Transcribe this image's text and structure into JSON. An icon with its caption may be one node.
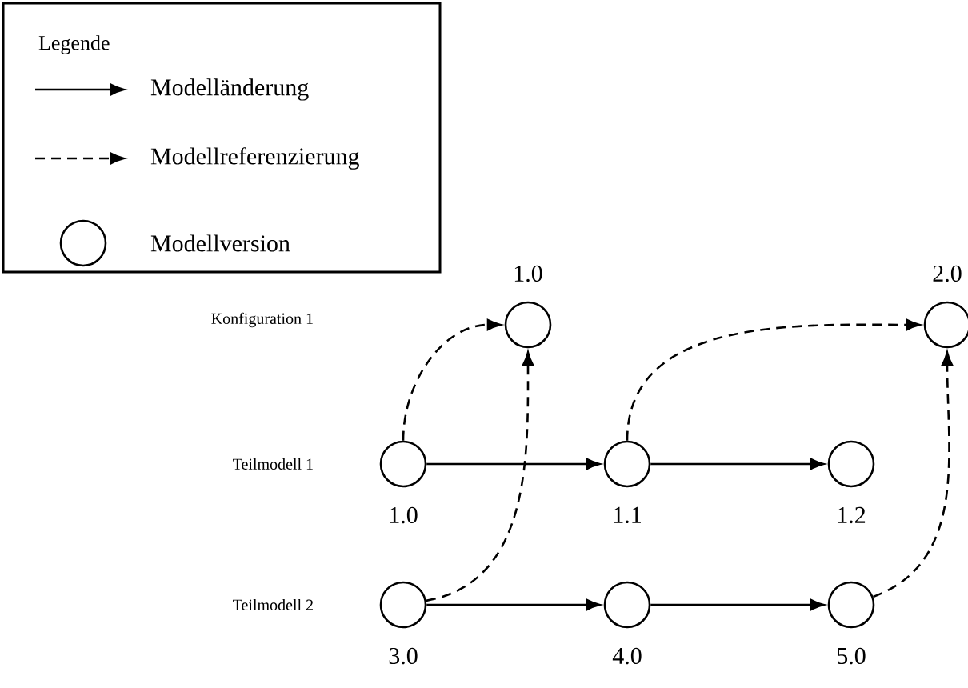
{
  "diagram": {
    "nodes": [
      {
        "text": [],
        "shape": "circle",
        "beside": [
          "1.0"
        ]
      },
      {
        "text": [],
        "shape": "circle",
        "beside": [
          "2.0"
        ]
      },
      {
        "text": [],
        "shape": "circle",
        "beside": [
          "1.0"
        ]
      },
      {
        "text": [],
        "shape": "circle",
        "beside": [
          "1.1"
        ]
      },
      {
        "text": [],
        "shape": "circle",
        "beside": [
          "1.2"
        ]
      },
      {
        "text": [],
        "shape": "circle",
        "beside": [
          "3.0"
        ]
      },
      {
        "text": [],
        "shape": "circle",
        "beside": [
          "4.0"
        ]
      },
      {
        "text": [],
        "shape": "circle",
        "beside": [
          "5.0"
        ]
      }
    ],
    "edges": [
      {
        "from": 2,
        "to": 0,
        "arrow": "to",
        "style": "dashed"
      },
      {
        "from": 5,
        "to": 0,
        "arrow": "to",
        "style": "dashed"
      },
      {
        "from": 2,
        "to": 3,
        "arrow": "to"
      },
      {
        "from": 3,
        "to": 4,
        "arrow": "to"
      },
      {
        "from": 3,
        "to": 1,
        "arrow": "to",
        "style": "dashed"
      },
      {
        "from": 5,
        "to": 6,
        "arrow": "to"
      },
      {
        "from": 6,
        "to": 7,
        "arrow": "to"
      },
      {
        "from": 7,
        "to": 1,
        "arrow": "to",
        "style": "dashed"
      }
    ],
    "labels": [
      "Legende",
      "Konfiguration 1",
      "Teilmodell 1",
      "Teilmodell 2"
    ],
    "legend": [
      {
        "text": "Modelländerung"
      },
      {
        "text": "Modellreferenzierung"
      },
      {
        "text": "Modellversion"
      }
    ]
  }
}
